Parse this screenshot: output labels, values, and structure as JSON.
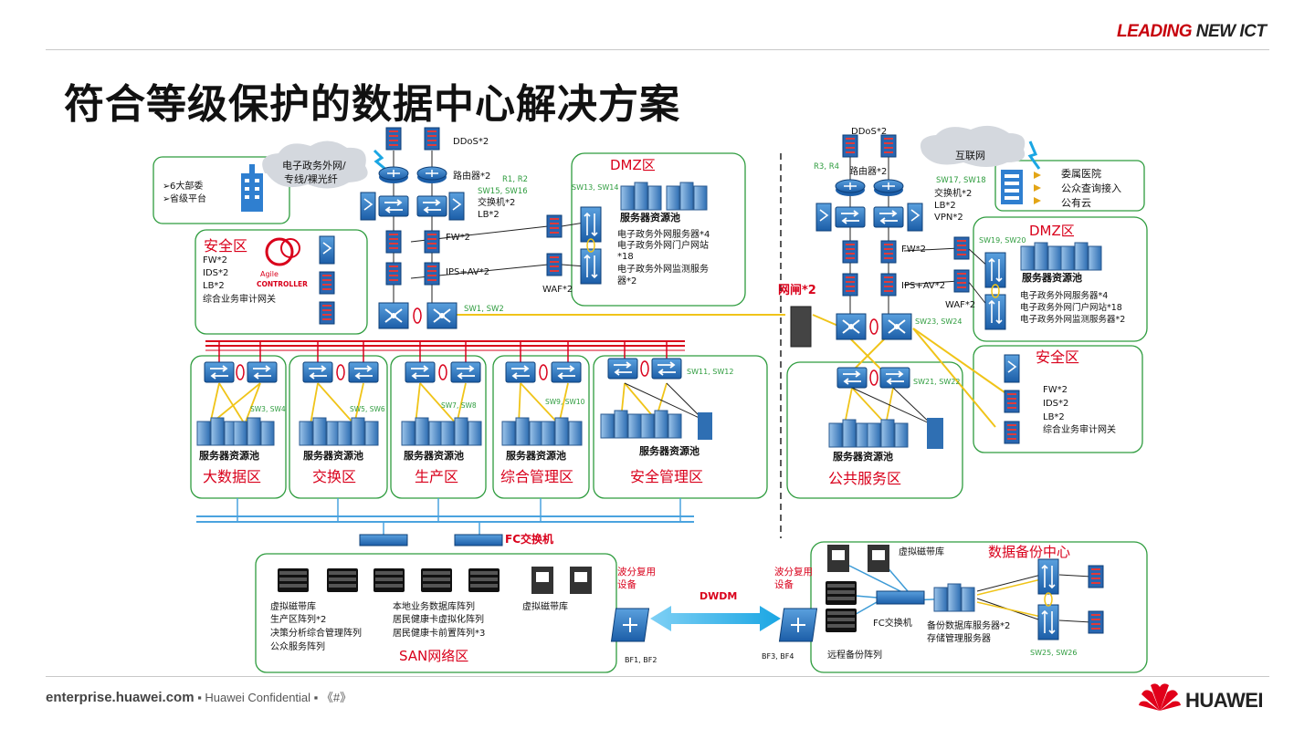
{
  "header": {
    "brand_a": "LEADING",
    "brand_b": "NEW ICT",
    "title": "符合等级保护的数据中心解决方案"
  },
  "footer": {
    "site": "enterprise.huawei.com",
    "confidential": "Huawei Confidential",
    "page": "《#》",
    "logo": "HUAWEI"
  },
  "colors": {
    "red": "#d9001b",
    "green": "#2e9c3e",
    "zone_border": "#2e9c3e",
    "device_blue": "#1f6fbf",
    "link_yellow": "#f0c419",
    "bus_red": "#d9001b",
    "bus_blue": "#4aa3df"
  },
  "left": {
    "clients": [
      "6大部委",
      "省级平台"
    ],
    "cloud": [
      "电子政务外网/",
      "专线/裸光纤"
    ],
    "ddos": "DDoS*2",
    "router": "路由器*2",
    "router_ids": "R1, R2",
    "sw_core_ids": "SW15, SW16",
    "switch": "交换机*2",
    "lb": "LB*2",
    "fw": "FW*2",
    "ips": "IPS+AV*2",
    "waf": "WAF*2",
    "sw_dmz_ids": "SW13, SW14",
    "sw_agg_ids": "SW1, SW2",
    "dmz": {
      "title": "DMZ区",
      "pool": "服务器资源池",
      "items": [
        "电子政务外网服务器*4",
        "电子政务外网门户网站",
        "*18",
        "电子政务外网监测服务",
        "器*2"
      ]
    },
    "security": {
      "title": "安全区",
      "items": [
        "FW*2",
        "IDS*2",
        "LB*2",
        "综合业务审计网关"
      ],
      "logo1": "Agile",
      "logo2": "CONTROLLER"
    },
    "zones": [
      {
        "name": "大数据区",
        "pool": "服务器资源池",
        "sw": "SW3, SW4"
      },
      {
        "name": "交换区",
        "pool": "服务器资源池",
        "sw": "SW5, SW6"
      },
      {
        "name": "生产区",
        "pool": "服务器资源池",
        "sw": "SW7, SW8"
      },
      {
        "name": "综合管理区",
        "pool": "服务器资源池",
        "sw": "SW9, SW10"
      },
      {
        "name": "安全管理区",
        "pool": "服务器资源池",
        "sw": "SW11, SW12"
      }
    ],
    "fc": "FC交换机",
    "san": {
      "title": "SAN网络区",
      "col1": [
        "虚拟磁带库",
        "生产区阵列*2",
        "决策分析综合管理阵列",
        "公众服务阵列"
      ],
      "col2": [
        "本地业务数据库阵列",
        "居民健康卡虚拟化阵列",
        "居民健康卡前置阵列*3"
      ],
      "col3": "虚拟磁带库"
    },
    "wdm": [
      "波分复用",
      "设备"
    ],
    "bf": "BF1, BF2"
  },
  "gate": "网闸*2",
  "dwdm": "DWDM",
  "right": {
    "ddos": "DDoS*2",
    "cloud": "互联网",
    "router_ids": "R3, R4",
    "router": "路由器*2",
    "sw_core_ids": "SW17, SW18",
    "switch": "交换机*2",
    "lb": "LB*2",
    "vpn": "VPN*2",
    "fw": "FW*2",
    "ips": "IPS+AV*2",
    "waf": "WAF*2",
    "clients": [
      "委属医院",
      "公众查询接入",
      "公有云"
    ],
    "dmz": {
      "title": "DMZ区",
      "ids": "SW19, SW20",
      "pool": "服务器资源池",
      "items": [
        "电子政务外网服务器*4",
        "电子政务外网门户网站*18",
        "电子政务外网监测服务器*2"
      ]
    },
    "sw_agg_ids": "SW23, SW24",
    "security": {
      "title": "安全区",
      "items": [
        "FW*2",
        "IDS*2",
        "LB*2",
        "综合业务审计网关"
      ]
    },
    "public": {
      "name": "公共服务区",
      "pool": "服务器资源池",
      "sw": "SW21, SW22"
    },
    "backup": {
      "title": "数据备份中心",
      "vtl": "虚拟磁带库",
      "fc": "FC交换机",
      "db": "备份数据库服务器*2",
      "storage": "存储管理服务器",
      "remote": "远程备份阵列",
      "sw": "SW25, SW26"
    },
    "wdm": [
      "波分复用",
      "设备"
    ],
    "bf": "BF3, BF4"
  }
}
